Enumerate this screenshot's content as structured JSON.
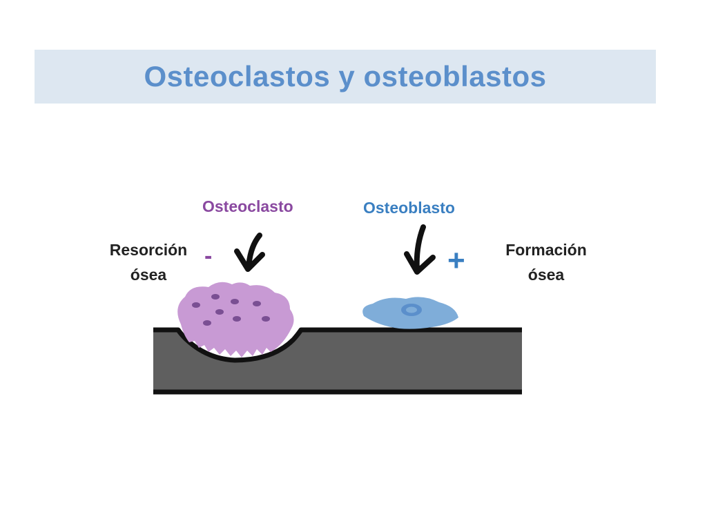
{
  "title": "Osteoclastos y osteoblastos",
  "labels": {
    "osteoclasto": "Osteoclasto",
    "osteoblasto": "Osteoblasto",
    "resorcion": "Resorción ósea",
    "formacion": "Formación ósea",
    "minus": "-",
    "plus": "+"
  },
  "colors": {
    "title_bg": "#dde7f1",
    "title_text": "#5b8fcb",
    "osteoclast": "#c89ad4",
    "osteoclast_nuclei": "#7a4f93",
    "osteoblast": "#7fadd9",
    "bone": "#5f5f5f",
    "outline": "#111111"
  }
}
